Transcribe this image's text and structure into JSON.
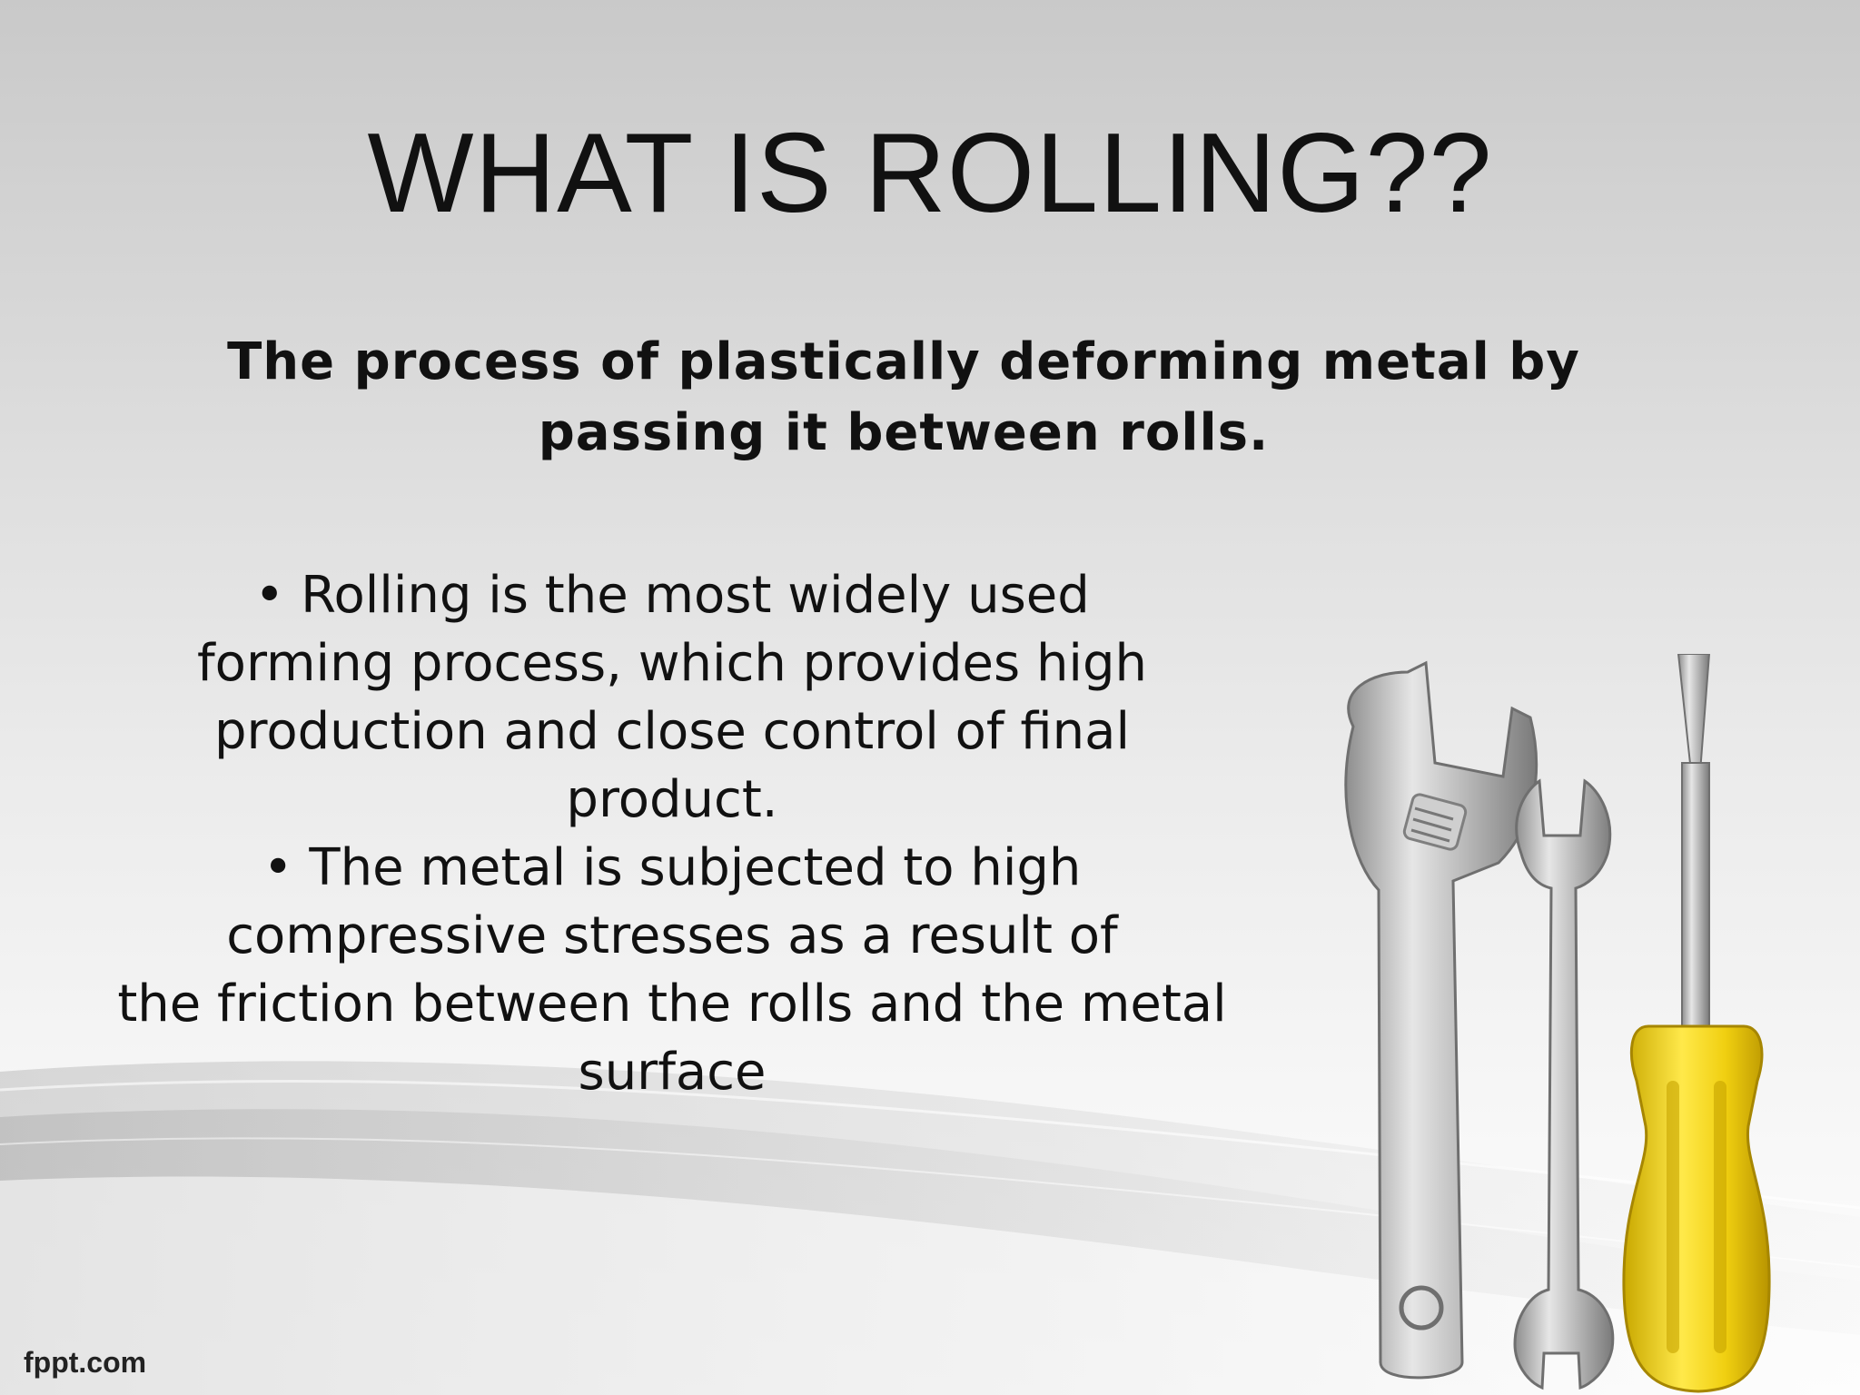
{
  "slide": {
    "title": "WHAT IS ROLLING??",
    "subtitle": "The process of plastically deforming metal by passing it between rolls.",
    "body_lines": [
      "• Rolling is the most widely used",
      "forming process, which provides high",
      "production and close control of final",
      "product.",
      "• The metal is subjected to high",
      "compressive stresses as a result of",
      "the friction between the rolls and the metal",
      "surface"
    ],
    "footer_brand": "fppt.com"
  },
  "illustration": {
    "icons": [
      "adjustable-wrench-icon",
      "open-end-wrench-icon",
      "screwdriver-icon"
    ],
    "colors": {
      "metal": "#b8b8b8",
      "handle": "#f2d21a"
    }
  }
}
